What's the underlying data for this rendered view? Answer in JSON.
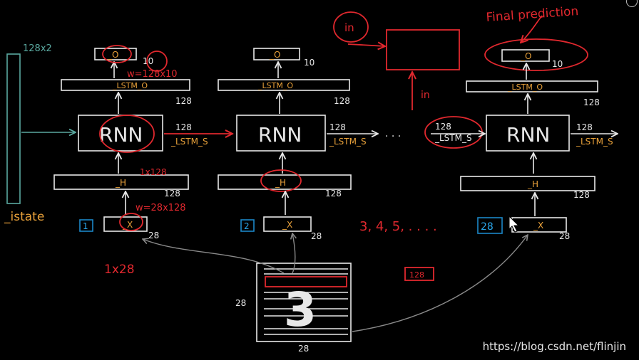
{
  "diagram": {
    "annotations": {
      "final_prediction": "Final prediction",
      "in_circle": "in",
      "in_arrow": "in",
      "input_shape": "1x28",
      "weight_out": "w=128x10",
      "weight_in": "w=28x128",
      "hidden_shape": "1x128",
      "sequence": "3, 4, 5, . . . .",
      "box_label": "128"
    },
    "state_shape": "128x2",
    "initial_state": "_istate",
    "ellipsis": ". . .",
    "columns": [
      {
        "step": "1",
        "x_label": "_X",
        "x_dim": "28",
        "h_label": "_H",
        "h_dim": "128",
        "rnn": "RNN",
        "lstm_label": "_LSTM_O",
        "lstm_dim": "128",
        "out_label": "_O",
        "out_dim": "10",
        "state_dim": "128",
        "state_label": "_LSTM_S"
      },
      {
        "step": "2",
        "x_label": "_X",
        "x_dim": "28",
        "h_label": "_H",
        "h_dim": "128",
        "rnn": "RNN",
        "lstm_label": "_LSTM_O",
        "lstm_dim": "128",
        "out_label": "_O",
        "out_dim": "10",
        "state_dim": "128",
        "state_label": "_LSTM_S"
      },
      {
        "step": "28",
        "x_label": "_X",
        "x_dim": "28",
        "h_label": "_H",
        "h_dim": "128",
        "rnn": "RNN",
        "lstm_label": "_LSTM_O",
        "lstm_dim": "128",
        "out_label": "_O",
        "out_dim": "10",
        "state_dim": "128",
        "state_label": "_LSTM_S"
      }
    ],
    "incoming_state": {
      "dim": "128",
      "label": "_LSTM_S"
    },
    "image": {
      "digit": "3",
      "width": "28",
      "height": "28"
    }
  },
  "watermark": "https://blog.csdn.net/flinjin",
  "colors": {
    "background": "#000000",
    "chalk": "#e8e8e8",
    "orange": "#e9a13a",
    "red": "#e0282e",
    "blue": "#1b88c8",
    "teal": "#5aa9a0"
  }
}
